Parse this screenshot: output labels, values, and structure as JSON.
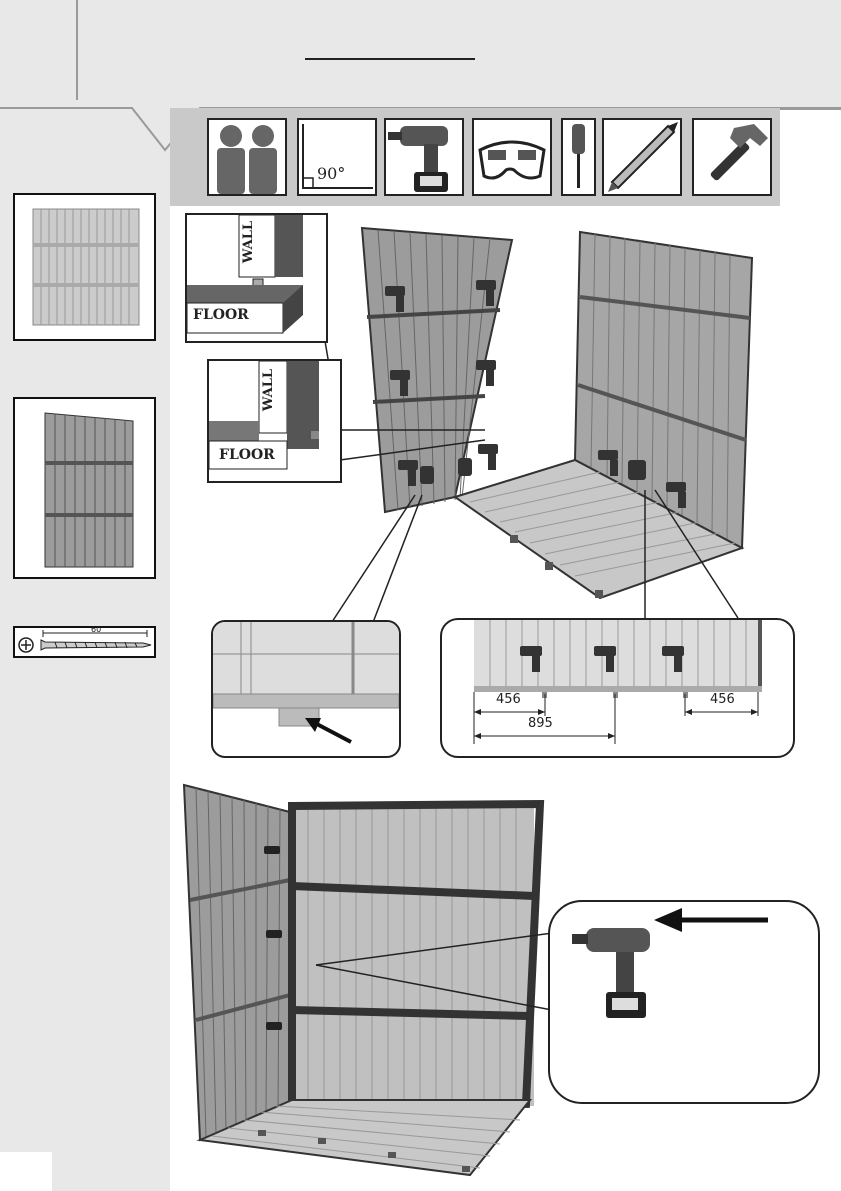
{
  "tools": {
    "persons": "two-persons-icon",
    "square": "set-square-icon",
    "square_label": "90°",
    "drill": "cordless-drill-icon",
    "goggles": "safety-goggles-icon",
    "screwdriver": "screwdriver-icon",
    "pencil": "pencil-icon",
    "hammer": "hammer-icon"
  },
  "parts": {
    "screw_length": "60"
  },
  "detail_labels": {
    "wall_top": "WALL",
    "floor_top": "FLOOR",
    "wall_bottom": "WALL",
    "floor_bottom": "FLOOR"
  },
  "dimensions": {
    "left": "456",
    "middle": "895",
    "right": "456"
  },
  "colors": {
    "panel": "#9c9c9c",
    "panel_dark": "#5a5a5a",
    "frame": "#222222",
    "background": "#e8e8e8"
  }
}
